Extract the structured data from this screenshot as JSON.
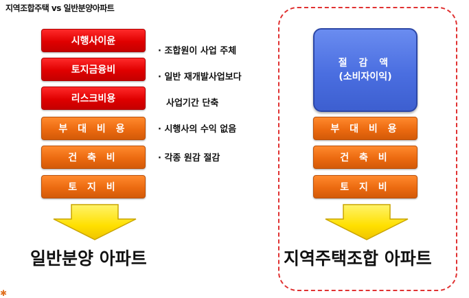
{
  "title": "지역조합주택 vs 일반분양아파트",
  "left": {
    "boxes": [
      "시행사이윤",
      "토지금융비",
      "리스크비용",
      "부 대 비 용",
      "건 축 비",
      "토 지 비"
    ],
    "bullets": [
      "· 조합원이 사업 주체",
      "· 일반 재개발사업보다",
      "사업기간 단축",
      "· 시행사의 수익 없음",
      "· 각종 원감 절감"
    ],
    "label": "일반분양 아파트"
  },
  "right": {
    "savings_line1": "절 감 액",
    "savings_line2": "(소비자이익)",
    "boxes": [
      "부 대 비 용",
      "건 축 비",
      "토 지 비"
    ],
    "label": "지역주택조합 아파트"
  },
  "colors": {
    "red": "#e00000",
    "orange": "#ec6a10",
    "blue": "#4a6ee0",
    "arrow_yellow": "#ffe000",
    "dashed_border": "#e03030"
  }
}
